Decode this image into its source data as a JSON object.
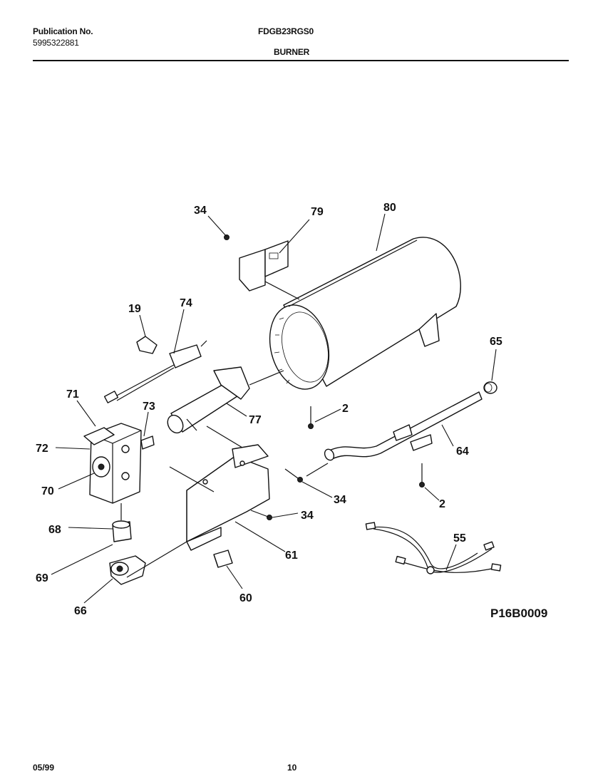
{
  "header": {
    "publication_label": "Publication No.",
    "publication_number": "5995322881",
    "model": "FDGB23RGS0",
    "section": "BURNER"
  },
  "footer": {
    "date": "05/99",
    "page": "10"
  },
  "diagram": {
    "figure_code": "P16B0009",
    "callouts": [
      "34",
      "79",
      "80",
      "19",
      "74",
      "65",
      "71",
      "73",
      "77",
      "2",
      "72",
      "64",
      "70",
      "34",
      "34",
      "2",
      "68",
      "55",
      "61",
      "69",
      "60",
      "66"
    ]
  }
}
